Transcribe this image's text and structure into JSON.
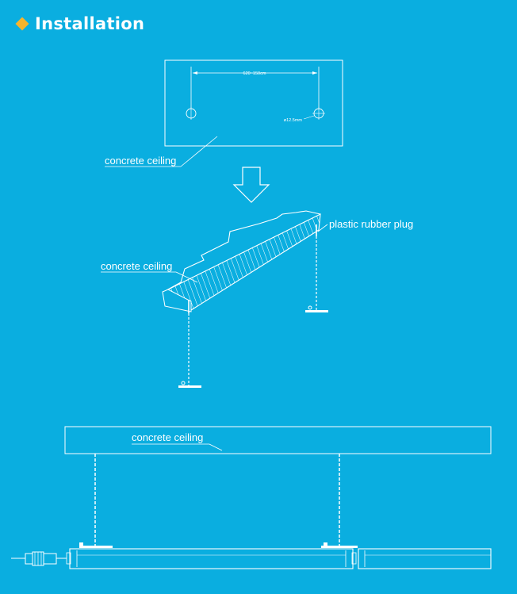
{
  "header": {
    "title": "Installation",
    "bullet_color": "#f7b42c"
  },
  "colors": {
    "background": "#0aaee0",
    "line": "#ffffff"
  },
  "step1": {
    "dimension_label": "620~150cm",
    "hole_label": "ø12.5mm",
    "ceiling_label": "concrete ceiling"
  },
  "step2": {
    "ceiling_label": "concrete ceiling",
    "plug_label": "plastic rubber plug"
  },
  "step3": {
    "ceiling_label": "concrete ceiling"
  },
  "icons": {
    "arrow": "down-arrow-icon",
    "bullet": "diamond-bullet-icon"
  }
}
